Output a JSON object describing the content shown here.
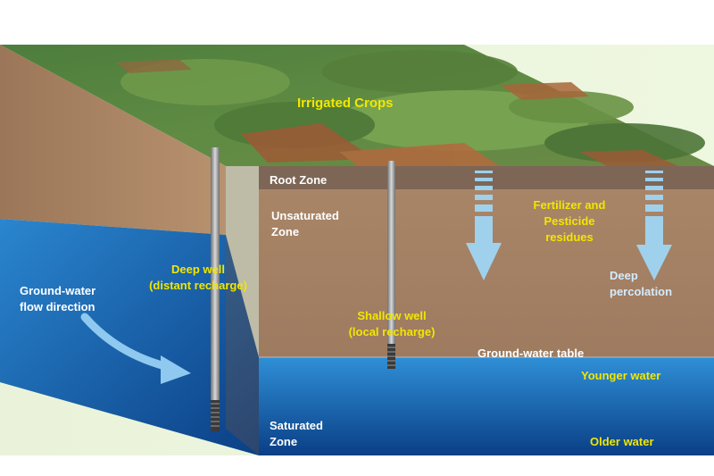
{
  "labels": {
    "irrigated_crops": "Irrigated Crops",
    "root_zone": "Root Zone",
    "unsaturated_zone": [
      "Unsaturated",
      "Zone"
    ],
    "fertilizer": [
      "Fertilizer and",
      "Pesticide",
      "residues"
    ],
    "deep_percolation": [
      "Deep",
      "percolation"
    ],
    "deep_well": [
      "Deep well",
      "(distant recharge)"
    ],
    "groundwater_flow": [
      "Ground-water",
      "flow direction"
    ],
    "shallow_well": [
      "Shallow well",
      "(local recharge)"
    ],
    "groundwater_table": "Ground-water table",
    "younger_water": "Younger water",
    "saturated_zone": [
      "Saturated",
      "Zone"
    ],
    "older_water": "Older water"
  },
  "colors": {
    "highlight_text": "#f2e600",
    "plain_text": "#ffffff",
    "percolation_text": "#d2ecff",
    "soil": "#b08c6a",
    "root_zone": "#7d6656",
    "water_top": "#2f8fd6",
    "water_bottom": "#0a3f86",
    "arrow": "#9fd6f5"
  }
}
